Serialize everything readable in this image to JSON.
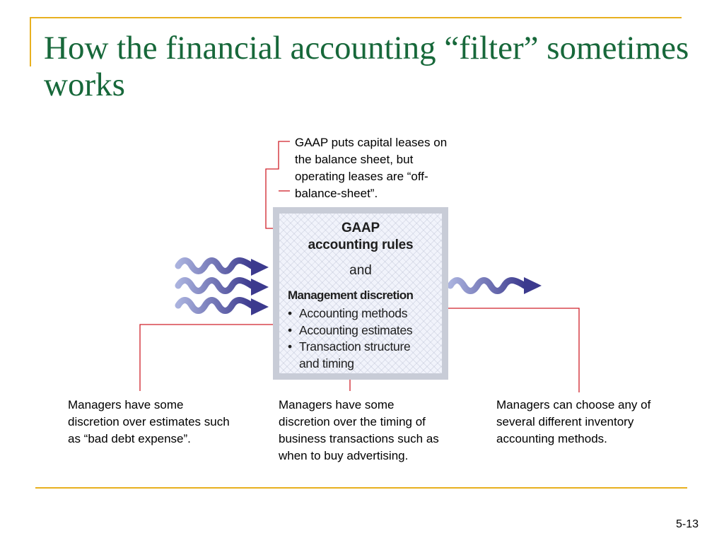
{
  "slide": {
    "title": "How the financial accounting “filter” sometimes works",
    "page_number": "5-13"
  },
  "filter_box": {
    "gaap_line1": "GAAP",
    "gaap_line2": "accounting rules",
    "and": "and",
    "management_title": "Management discretion",
    "items": [
      {
        "label": "Accounting methods"
      },
      {
        "label": "Accounting estimates"
      },
      {
        "label": "Transaction structure",
        "continuation": "and timing"
      }
    ]
  },
  "callouts": {
    "leases": "GAAP puts capital leases on the balance sheet, but operating leases are “off-balance-sheet”.",
    "estimates": "Managers have some discretion over estimates such as “bad debt expense”.",
    "timing": "Managers have some discretion over the timing of business transactions such as when to buy advertising.",
    "methods": "Managers can choose any of several different inventory accounting methods."
  },
  "colors": {
    "title": "#17683a",
    "rule": "#e8b020",
    "connector": "#d0202a",
    "wave_light": "#aab2de",
    "wave_dark": "#3c3a8e"
  }
}
